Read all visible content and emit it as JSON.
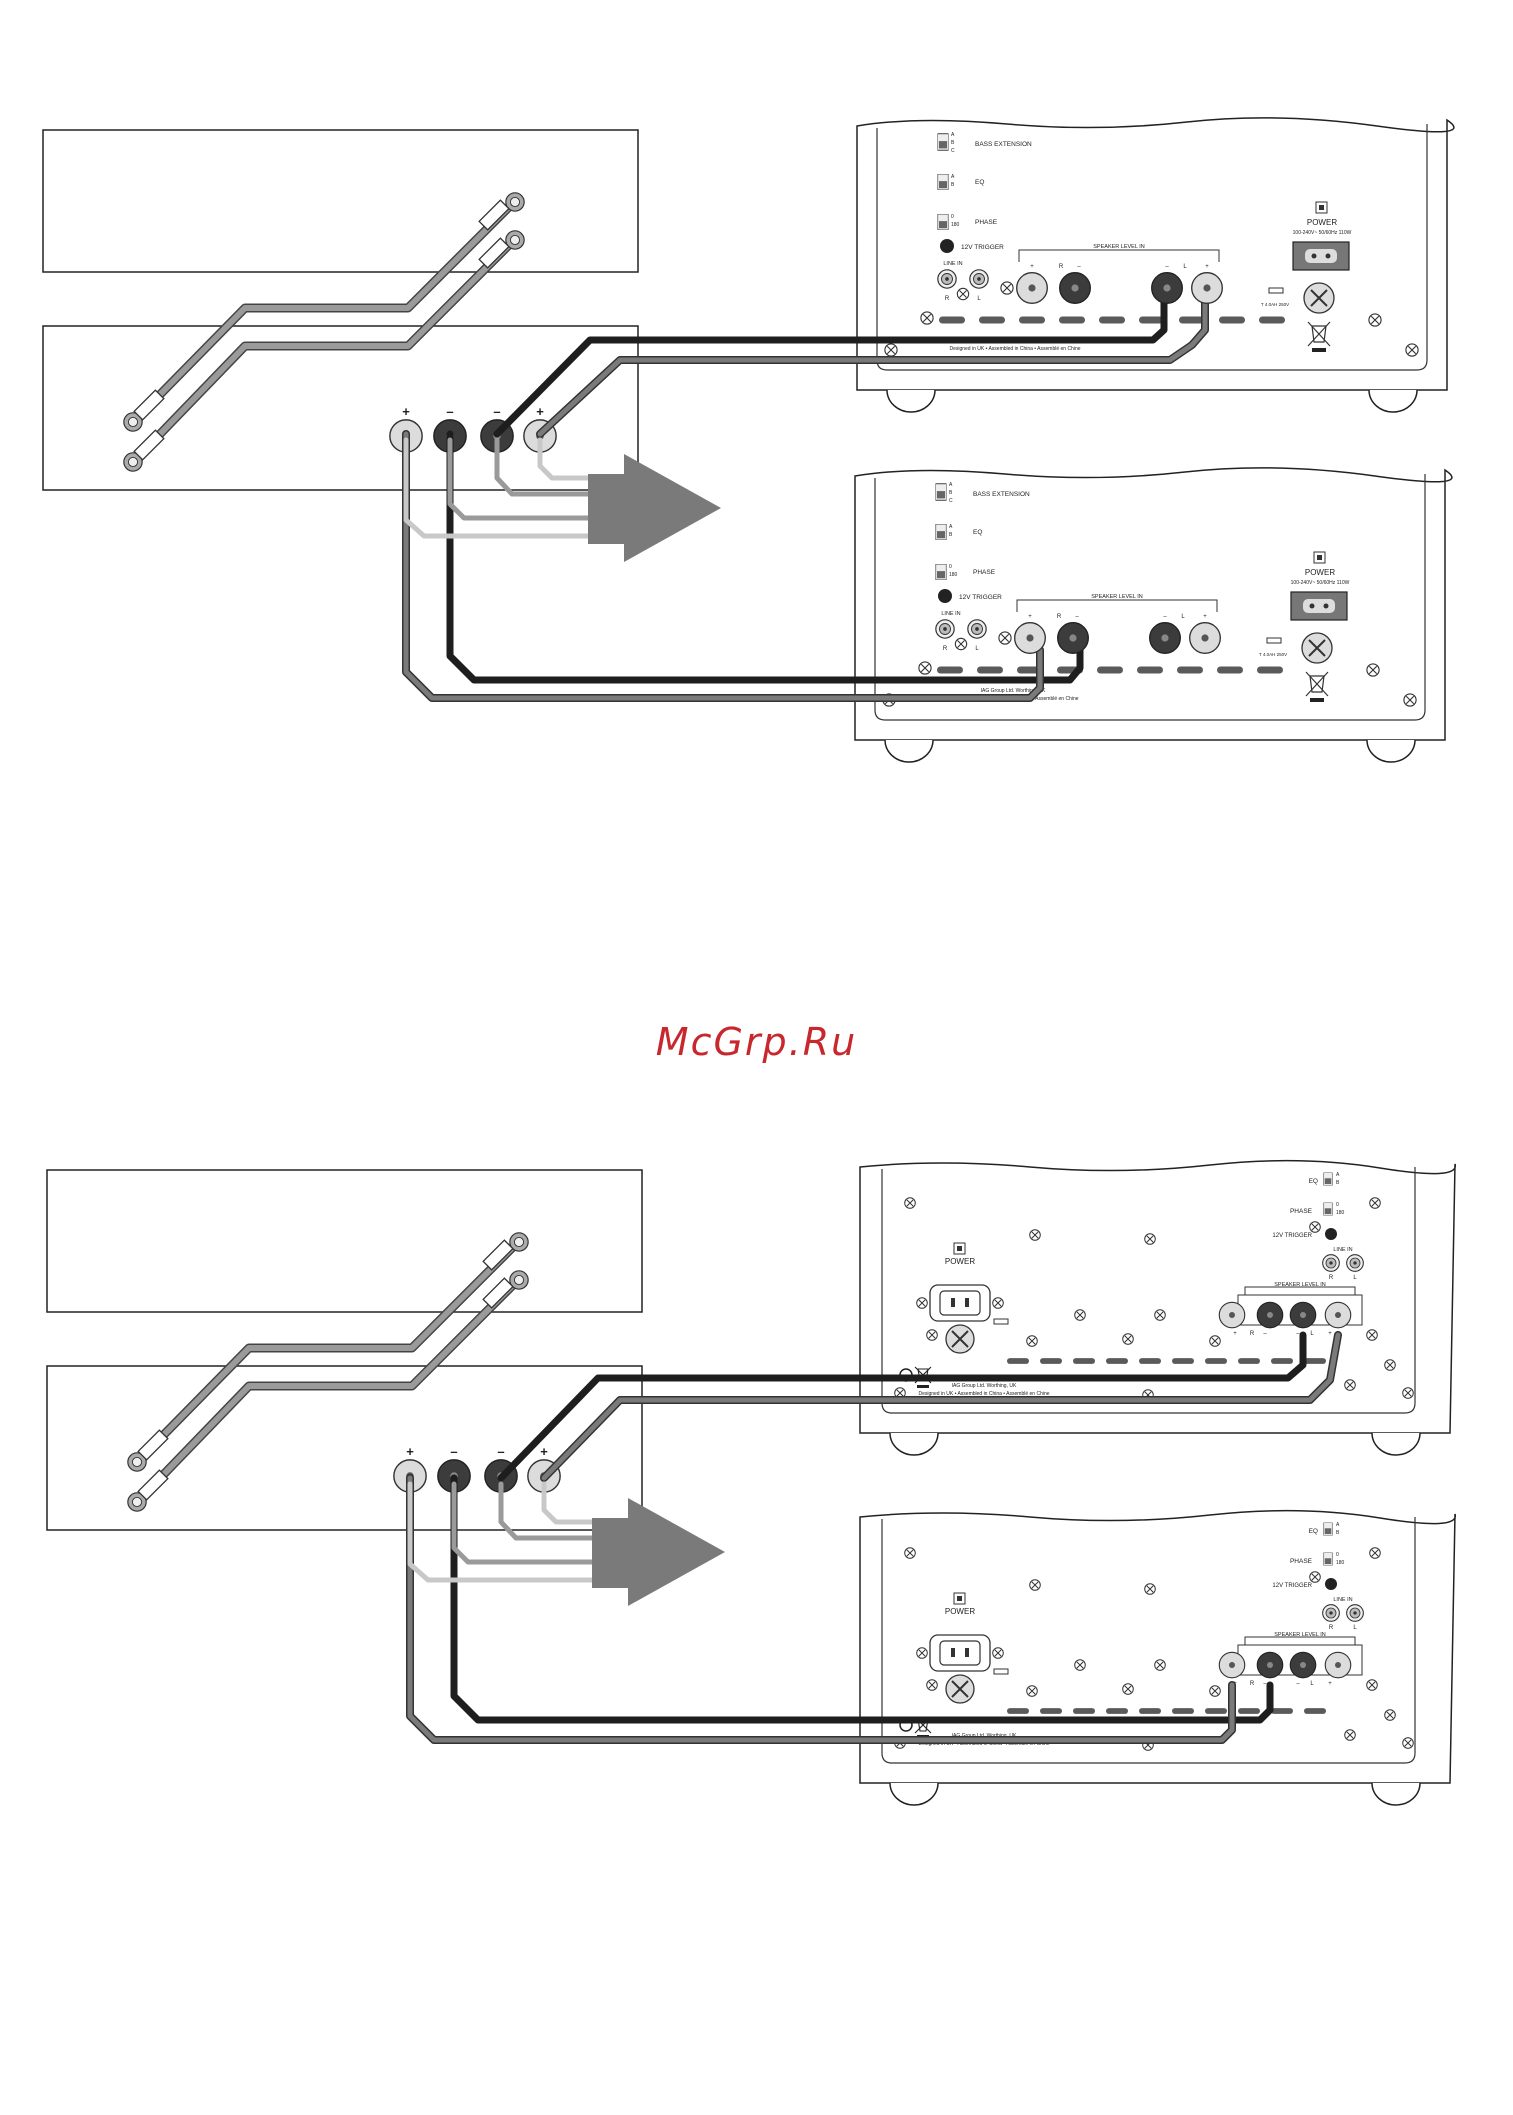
{
  "watermark": "McGrp.Ru",
  "colors": {
    "line": "#222222",
    "wire_black": "#1e1e1e",
    "wire_grey": "#7a7a7a",
    "wire_light": "#c8c8c8",
    "arrow": "#7a7a7a",
    "watermark": "#c8282d"
  },
  "terminals": {
    "plus": "+",
    "minus": "–"
  },
  "sub_tall": {
    "bass_extension": "BASS EXTENSION",
    "eq": "EQ",
    "phase": "PHASE",
    "phase_0": "0",
    "phase_180": "180",
    "opt_a": "A",
    "opt_b": "B",
    "opt_c": "C",
    "trigger": "12V TRIGGER",
    "line_in": "LINE IN",
    "ch_r": "R",
    "ch_l": "L",
    "speaker_level_in": "SPEAKER LEVEL IN",
    "power": "POWER",
    "voltage": "100-240V~ 50/60Hz 110W",
    "fuse": "T 4.0AH 250V",
    "made_line1": "IAG Group Ltd. Worthing, UK",
    "made_line2": "Designed in UK • Assembled in China • Assemblé en Chine"
  },
  "sub_cube": {
    "eq": "EQ",
    "phase": "PHASE",
    "phase_0": "0",
    "phase_180": "180",
    "opt_a": "A",
    "opt_b": "B",
    "trigger": "12V TRIGGER",
    "line_in": "LINE IN",
    "ch_r": "R",
    "ch_l": "L",
    "speaker_level_in": "SPEAKER LEVEL IN",
    "power": "POWER",
    "made_line1": "IAG Group Ltd. Worthing, UK",
    "made_line2": "Designed in UK • Assembled in China • Assemblé en Chine"
  }
}
